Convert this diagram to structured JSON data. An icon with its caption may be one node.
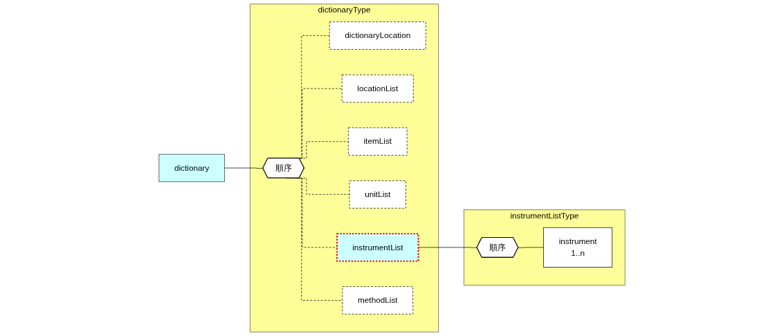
{
  "diagram": {
    "nodes": [
      {
        "text": [
          "dictionary"
        ]
      },
      {
        "text": [
          "dictionaryType"
        ]
      },
      {
        "text": [
          "順序"
        ],
        "in": 1
      },
      {
        "text": [
          "dictionaryLocation"
        ],
        "in": 1
      },
      {
        "text": [
          "locationList"
        ],
        "in": 1
      },
      {
        "text": [
          "itemList"
        ],
        "in": 1
      },
      {
        "text": [
          "unitList"
        ],
        "in": 1
      },
      {
        "text": [
          "instrumentList"
        ],
        "in": 1
      },
      {
        "text": [
          "methodList"
        ],
        "in": 1
      },
      {
        "text": [
          "instrumentListType"
        ]
      },
      {
        "text": [
          "順序"
        ],
        "in": 9
      },
      {
        "text": [
          "instrument",
          "1..n"
        ],
        "in": 9
      }
    ],
    "edges": [
      {
        "from": 0,
        "to": 2,
        "arrow": "none"
      },
      {
        "from": 2,
        "to": 3,
        "arrow": "none",
        "style": "dashed"
      },
      {
        "from": 2,
        "to": 4,
        "arrow": "none",
        "style": "dashed"
      },
      {
        "from": 2,
        "to": 5,
        "arrow": "none",
        "style": "dashed"
      },
      {
        "from": 2,
        "to": 6,
        "arrow": "none",
        "style": "dashed"
      },
      {
        "from": 2,
        "to": 7,
        "arrow": "none",
        "style": "dashed"
      },
      {
        "from": 2,
        "to": 8,
        "arrow": "none",
        "style": "dashed"
      },
      {
        "from": 7,
        "to": 10,
        "arrow": "none"
      },
      {
        "from": 10,
        "to": 11,
        "arrow": "none"
      }
    ]
  }
}
